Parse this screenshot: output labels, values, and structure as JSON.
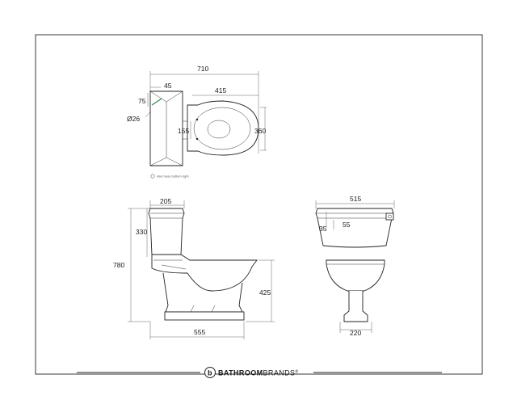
{
  "plan_view": {
    "overall_width": "710",
    "cistern_depth": "45",
    "inlet_offset": "75",
    "inlet_diameter": "Ø26",
    "pan_length": "415",
    "pan_width": "360",
    "pan_offset": "155",
    "legend_note": "Inlet hose bottom right"
  },
  "side_view": {
    "cistern_width": "205",
    "cistern_height": "330",
    "overall_height": "780",
    "seat_height": "425",
    "base_length": "555"
  },
  "front_view": {
    "cistern_length": "515",
    "lever_offset": "35",
    "lever_drop": "55",
    "pedestal_width": "220"
  },
  "brand": {
    "name_bold": "BATHROOM",
    "name_light": "BRANDS",
    "mark": "®",
    "logo_letter": "b"
  }
}
